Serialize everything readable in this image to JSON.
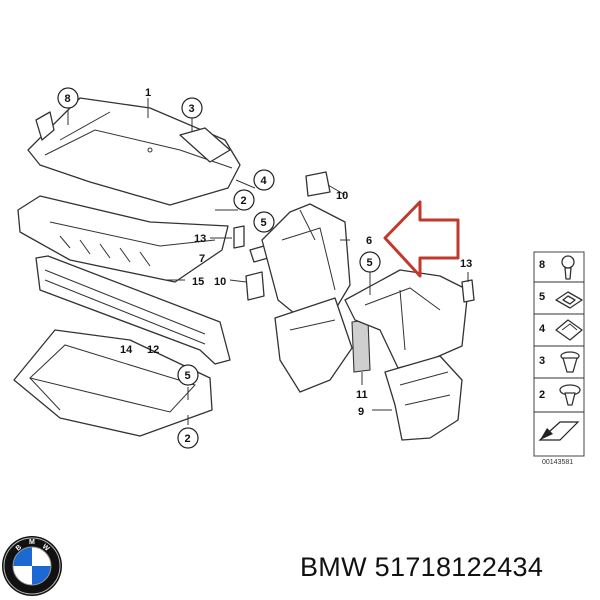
{
  "labels": {
    "l1": "1",
    "l8a": "8",
    "l3a": "3",
    "l4a": "4",
    "l2a": "2",
    "l5a": "5",
    "l13a": "13",
    "l7": "7",
    "l10a": "10",
    "l15": "15",
    "l14": "14",
    "l12": "12",
    "l5b": "5",
    "l2b": "2",
    "l10b": "10",
    "l6": "6",
    "l5c": "5",
    "l13b": "13",
    "l11": "11",
    "l9": "9",
    "k8": "8",
    "k5": "5",
    "k4": "4",
    "k3": "3",
    "k2": "2"
  },
  "legend_code": "00143581",
  "caption": "BMW 51718122434",
  "colors": {
    "highlight_arrow": "#c0392b",
    "line": "#333333"
  },
  "logo": {
    "letters": "BMW",
    "blue": "#1c69d4"
  }
}
